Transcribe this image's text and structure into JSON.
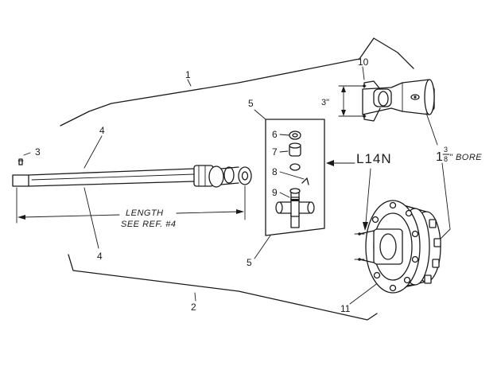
{
  "labels": {
    "n1": "1",
    "n2": "2",
    "n3": "3",
    "n4a": "4",
    "n4b": "4",
    "n5a": "5",
    "n5b": "5",
    "n6": "6",
    "n7": "7",
    "n8": "8",
    "n9": "9",
    "n10": "10",
    "n11": "11"
  },
  "callouts": {
    "length_line1": "LENGTH",
    "length_line2": "SEE REF. #4",
    "kit_code": "L14N",
    "bore": "1 3/8\" BORE",
    "bore_whole": "1",
    "bore_num": "3",
    "bore_den": "8",
    "bore_text": "\" BORE",
    "dim_3": "3\""
  }
}
